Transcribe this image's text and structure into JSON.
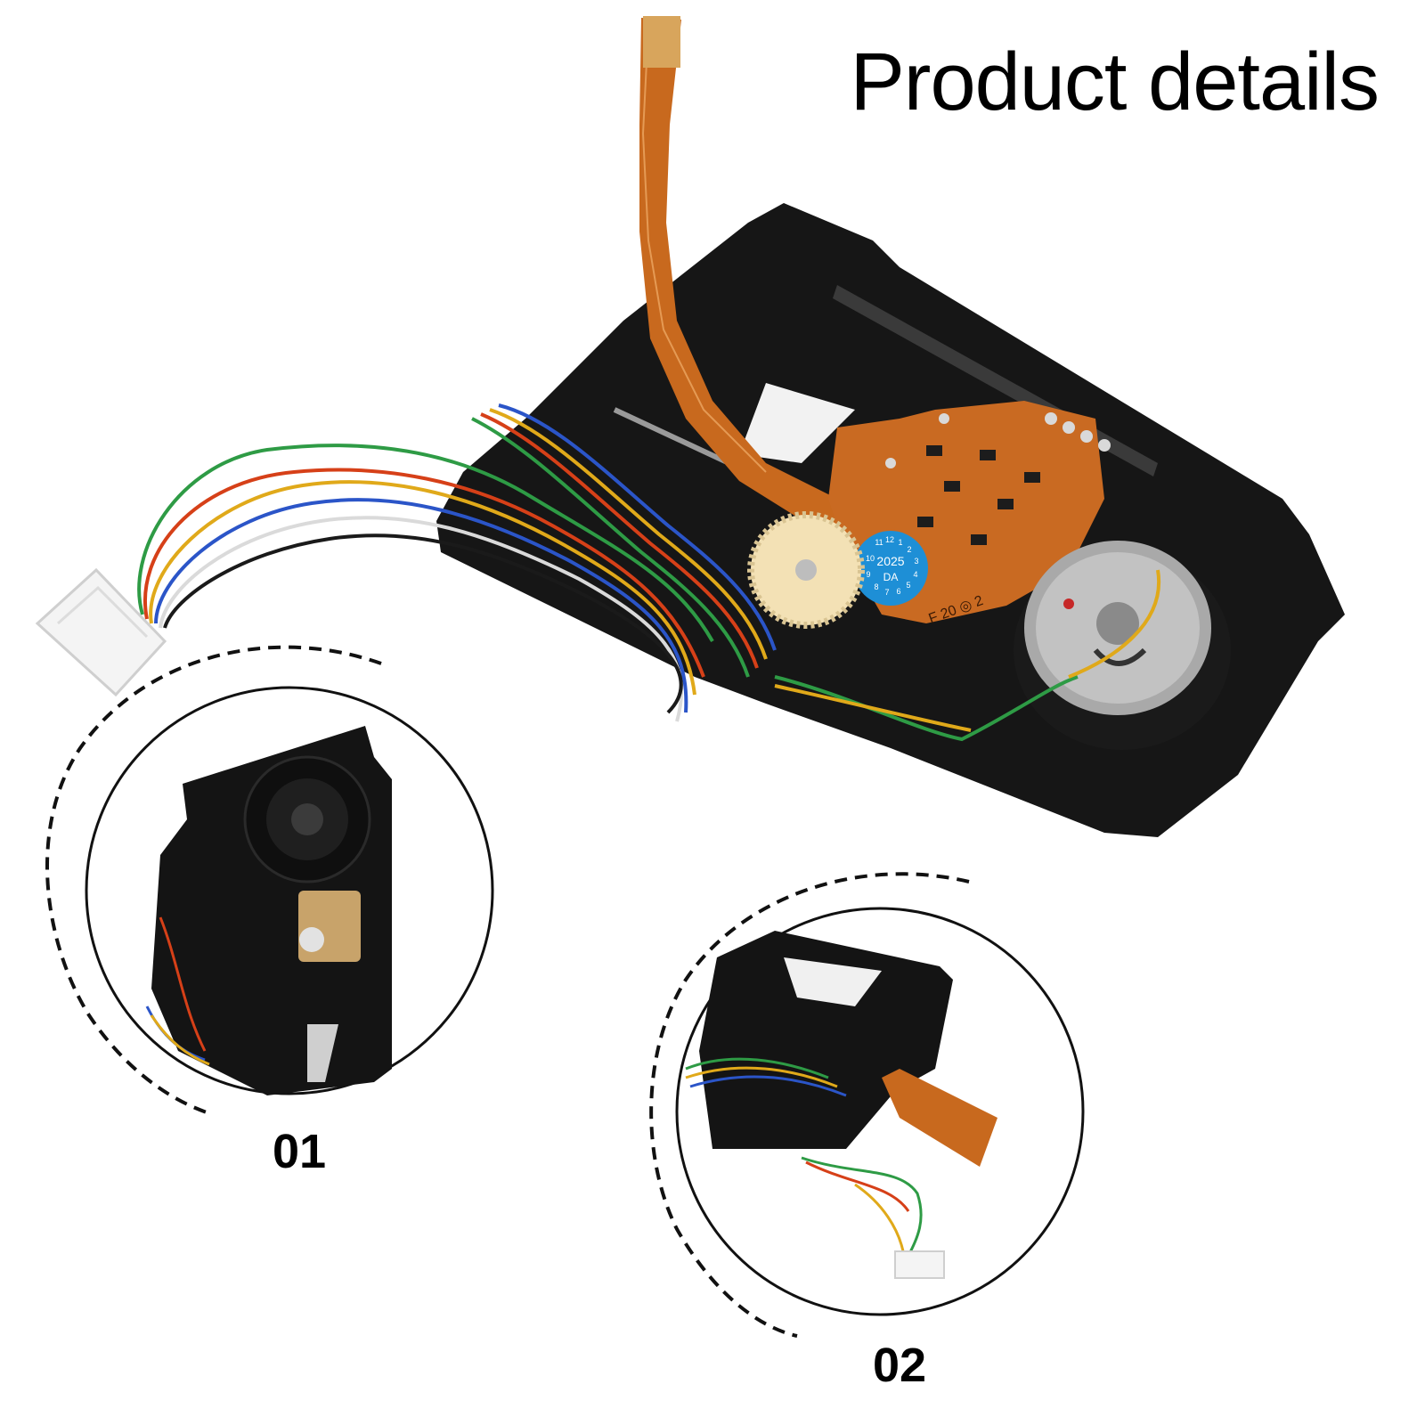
{
  "header": {
    "title": "Product details"
  },
  "callouts": [
    {
      "label": "01"
    },
    {
      "label": "02"
    }
  ],
  "sticker": {
    "year": "2025",
    "code": "DA",
    "ring_numbers": [
      "11",
      "12",
      "1",
      "2",
      "3",
      "4",
      "5",
      "6",
      "7",
      "8",
      "9",
      "10"
    ]
  },
  "pcb_marking": "F 20 ◎ 2",
  "colors": {
    "chassis": "#141414",
    "flex_cable": "#c8691e",
    "sticker": "#1e8fd6",
    "gear": "#f3e1b5"
  }
}
